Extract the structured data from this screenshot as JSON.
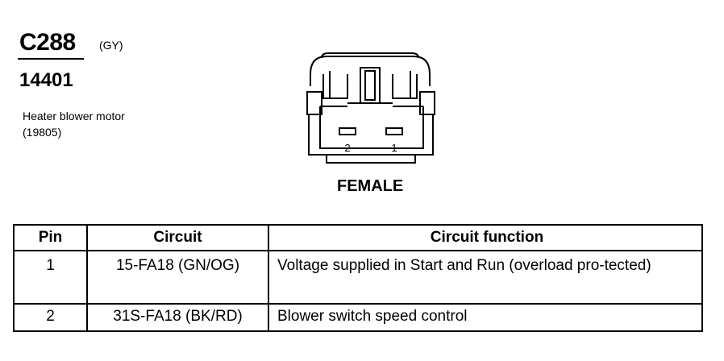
{
  "connector": {
    "id": "C288",
    "color": "(GY)",
    "part_number": "14401",
    "description": "Heater blower motor",
    "description_number": "(19805)",
    "gender": "FEMALE",
    "pin_labels": [
      "2",
      "1"
    ]
  },
  "table": {
    "headers": [
      "Pin",
      "Circuit",
      "Circuit function"
    ],
    "rows": [
      {
        "pin": "1",
        "circuit": "15-FA18 (GN/OG)",
        "function": "Voltage supplied in Start and Run (overload pro-tected)"
      },
      {
        "pin": "2",
        "circuit": "31S-FA18 (BK/RD)",
        "function": "Blower switch speed control"
      }
    ]
  }
}
